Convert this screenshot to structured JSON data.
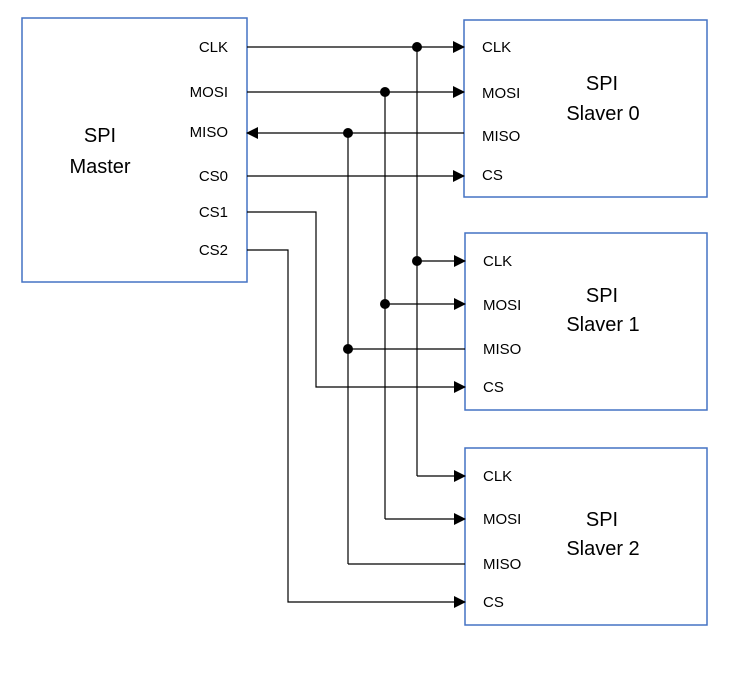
{
  "colors": {
    "box_border": "#4472C4",
    "wire": "#000000"
  },
  "master": {
    "title_line1": "SPI",
    "title_line2": "Master",
    "pins": [
      "CLK",
      "MOSI",
      "MISO",
      "CS0",
      "CS1",
      "CS2"
    ]
  },
  "slaves": [
    {
      "title_line1": "SPI",
      "title_line2": "Slaver 0",
      "pins": [
        "CLK",
        "MOSI",
        "MISO",
        "CS"
      ]
    },
    {
      "title_line1": "SPI",
      "title_line2": "Slaver 1",
      "pins": [
        "CLK",
        "MOSI",
        "MISO",
        "CS"
      ]
    },
    {
      "title_line1": "SPI",
      "title_line2": "Slaver 2",
      "pins": [
        "CLK",
        "MOSI",
        "MISO",
        "CS"
      ]
    }
  ]
}
